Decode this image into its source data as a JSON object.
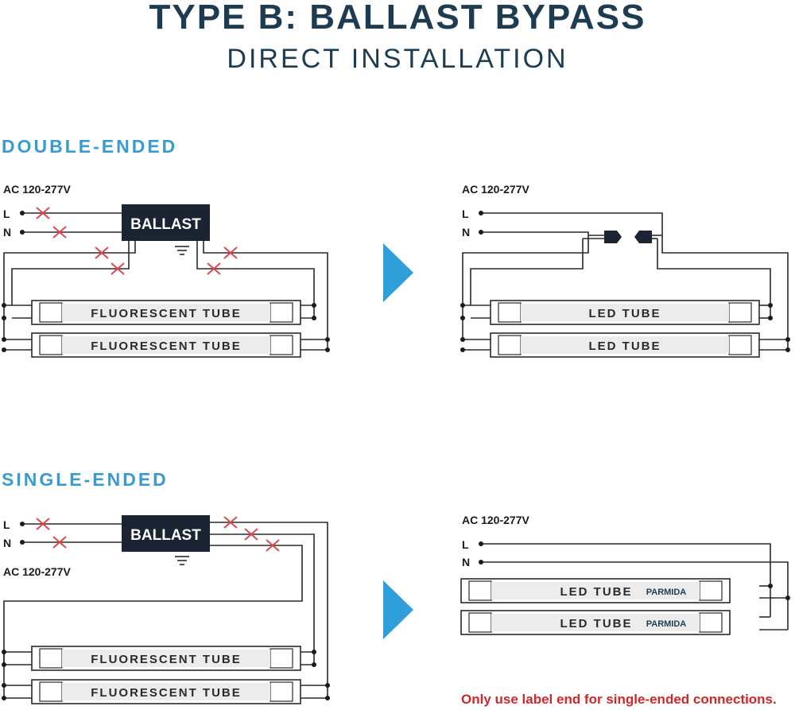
{
  "header": {
    "title": "TYPE B: BALLAST BYPASS",
    "subtitle": "DIRECT INSTALLATION"
  },
  "sections": {
    "double": "DOUBLE-ENDED",
    "single": "SINGLE-ENDED"
  },
  "labels": {
    "voltage": "AC 120-277V",
    "line": "L",
    "neutral": "N",
    "ballast": "BALLAST",
    "fluorescent_tube": "FLUORESCENT TUBE",
    "led_tube": "LED TUBE",
    "brand": "PARMIDA"
  },
  "note": "Only use label end for single-ended connections.",
  "colors": {
    "title": "#1d3c52",
    "section": "#3a9bd0",
    "arrow": "#2f9fdc",
    "ballast": "#1b2433",
    "cut_mark": "#e0474c",
    "note": "#d0262d",
    "tube_fill": "#ececec"
  }
}
